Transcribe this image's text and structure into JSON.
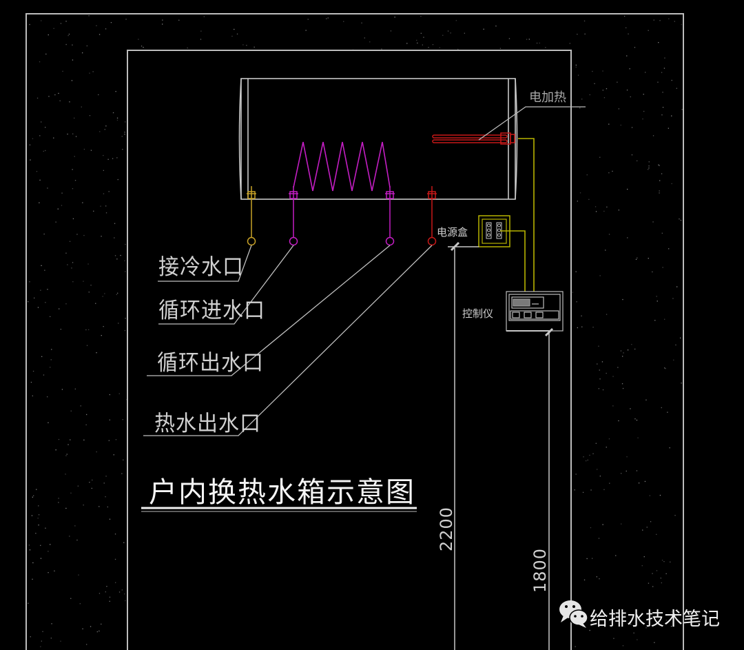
{
  "title": "户内换热水箱示意图",
  "colors": {
    "background": "#000000",
    "frame_line": "#bfbfbf",
    "cold_water": "#c9a227",
    "circulation": "#c41ec4",
    "hot_water": "#c81818",
    "wire": "#b8b400",
    "text": "#d8d8d8"
  },
  "ports": [
    {
      "label": "接冷水口",
      "color_key": "cold_water"
    },
    {
      "label": "循环进水口",
      "color_key": "circulation"
    },
    {
      "label": "循环出水口",
      "color_key": "circulation"
    },
    {
      "label": "热水出水口",
      "color_key": "hot_water"
    }
  ],
  "components": {
    "heater_label": "电加热",
    "power_box_label": "电源盒",
    "controller_label": "控制仪"
  },
  "dimensions": {
    "power_box_height": "2200",
    "controller_height": "1800"
  },
  "watermark": {
    "icon": "wechat-icon",
    "text": "给排水技术笔记"
  }
}
